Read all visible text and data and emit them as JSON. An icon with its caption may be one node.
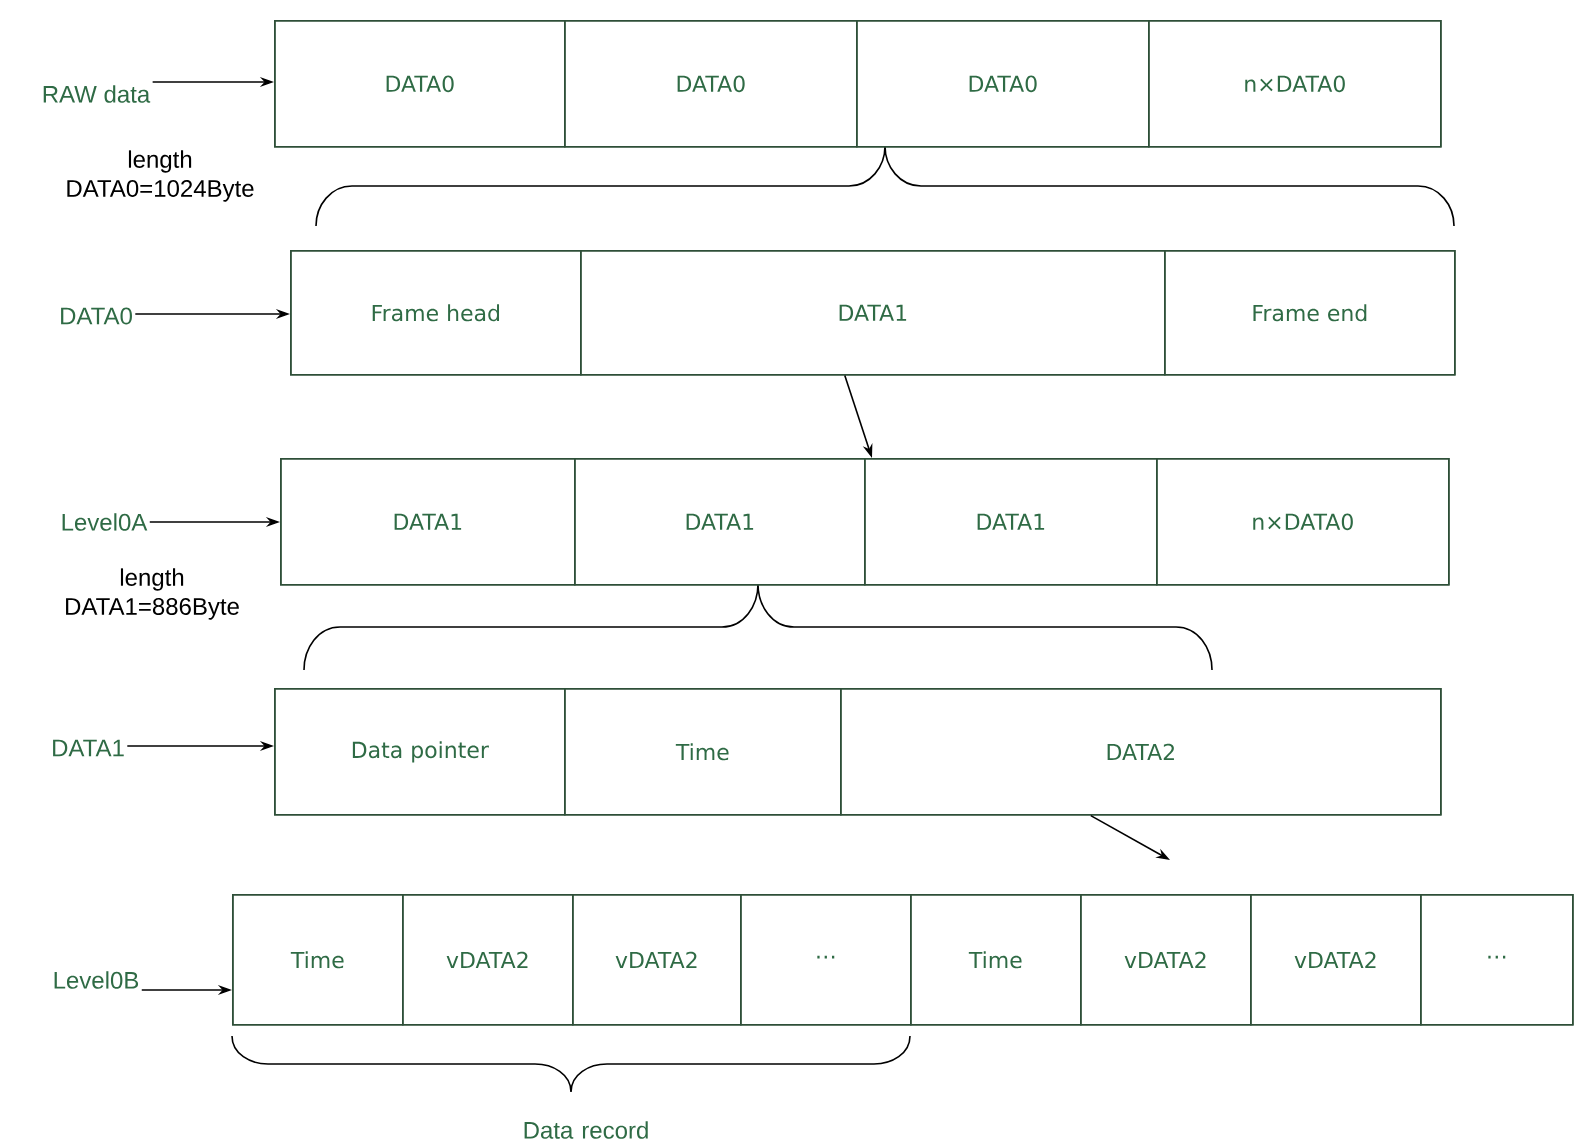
{
  "diagram": {
    "nodes": [
      {
        "text": [
          "RAW data"
        ]
      },
      {
        "text": [],
        "shape": "box"
      },
      {
        "text": [
          "DATA0"
        ],
        "in": 1
      },
      {
        "text": [
          "DATA0"
        ],
        "in": 1
      },
      {
        "text": [
          "DATA0"
        ],
        "in": 1
      },
      {
        "text": [
          "n×DATA0"
        ],
        "in": 1
      },
      {
        "text": [
          "DATA0"
        ]
      },
      {
        "text": [],
        "shape": "box"
      },
      {
        "text": [
          "Frame head"
        ],
        "in": 7
      },
      {
        "text": [
          "DATA1"
        ],
        "in": 7
      },
      {
        "text": [
          "Frame end"
        ],
        "in": 7
      },
      {
        "text": [
          "Level0A"
        ]
      },
      {
        "text": [],
        "shape": "box"
      },
      {
        "text": [
          "DATA1"
        ],
        "in": 12
      },
      {
        "text": [
          "DATA1"
        ],
        "in": 12
      },
      {
        "text": [
          "DATA1"
        ],
        "in": 12
      },
      {
        "text": [
          "n×DATA0"
        ],
        "in": 12
      },
      {
        "text": [
          "DATA1"
        ]
      },
      {
        "text": [],
        "shape": "box"
      },
      {
        "text": [
          "Data pointer"
        ],
        "in": 18
      },
      {
        "text": [
          "Time"
        ],
        "in": 18
      },
      {
        "text": [
          "DATA2"
        ],
        "in": 18
      },
      {
        "text": [
          "Level0B"
        ]
      },
      {
        "text": [],
        "shape": "box"
      },
      {
        "text": [
          "Time"
        ],
        "in": 23
      },
      {
        "text": [
          "vDATA2"
        ],
        "in": 23
      },
      {
        "text": [
          "vDATA2"
        ],
        "in": 23
      },
      {
        "text": [
          "⋯"
        ],
        "in": 23
      },
      {
        "text": [
          "Time"
        ],
        "in": 23
      },
      {
        "text": [
          "vDATA2"
        ],
        "in": 23
      },
      {
        "text": [
          "vDATA2"
        ],
        "in": 23
      },
      {
        "text": [
          "⋯"
        ],
        "in": 23
      }
    ],
    "edges": [
      {
        "from": 0,
        "to": 1,
        "arrow": "to"
      },
      {
        "from": 6,
        "to": 7,
        "arrow": "to"
      },
      {
        "from": 9,
        "to": 12,
        "arrow": "to"
      },
      {
        "from": 11,
        "to": 12,
        "arrow": "to"
      },
      {
        "from": 17,
        "to": 18,
        "arrow": "to"
      },
      {
        "from": 21,
        "to": 23,
        "arrow": "to"
      },
      {
        "from": 22,
        "to": 23,
        "arrow": "to"
      }
    ],
    "labels": [
      "length DATA0=1024Byte",
      "length DATA1=886Byte",
      "Data record"
    ]
  }
}
